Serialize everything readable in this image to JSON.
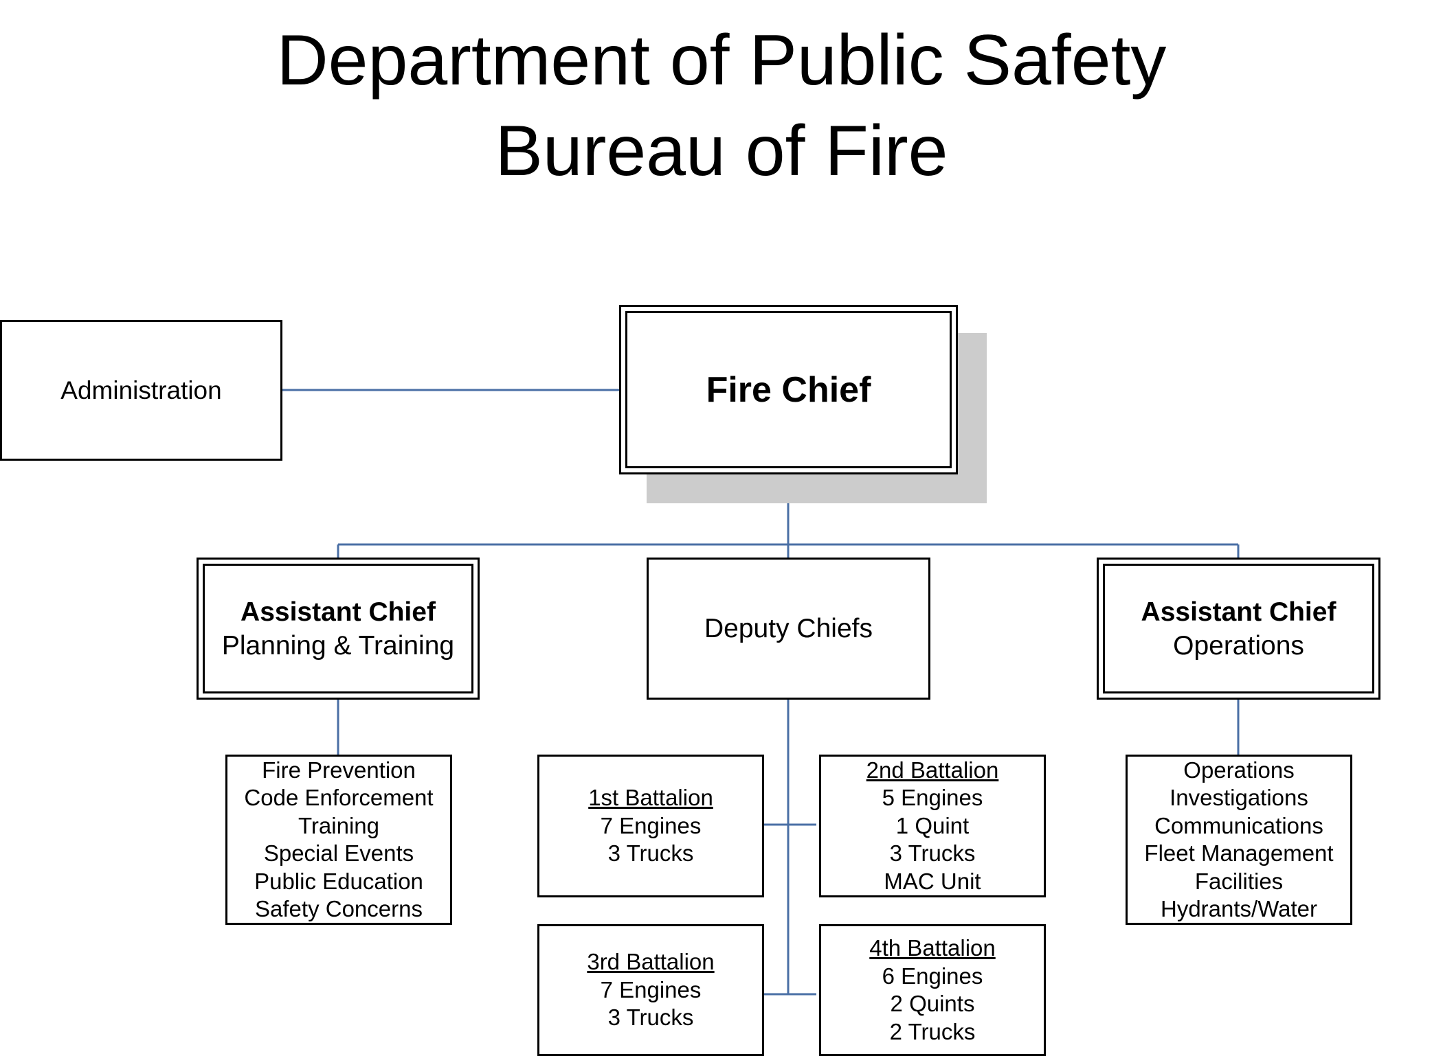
{
  "title": {
    "line1": "Department of Public Safety",
    "line2": "Bureau of Fire"
  },
  "line_color": "#4a6fa5",
  "shadow_color": "#cccccc",
  "nodes": {
    "fire_chief": {
      "label": "Fire Chief"
    },
    "administration": {
      "label": "Administration"
    },
    "ac_planning": {
      "title": "Assistant Chief",
      "subtitle": "Planning & Training"
    },
    "deputy_chiefs": {
      "label": "Deputy Chiefs"
    },
    "ac_operations": {
      "title": "Assistant Chief",
      "subtitle": "Operations"
    },
    "planning_functions": {
      "items": [
        "Fire Prevention",
        "Code Enforcement",
        "Training",
        "Special Events",
        "Public Education",
        "Safety Concerns"
      ]
    },
    "operations_functions": {
      "items": [
        "Operations",
        "Investigations",
        "Communications",
        "Fleet Management",
        "Facilities",
        "Hydrants/Water"
      ]
    },
    "battalion_1": {
      "name": "1st Battalion",
      "units": [
        "7 Engines",
        "3 Trucks"
      ]
    },
    "battalion_2": {
      "name": "2nd Battalion",
      "units": [
        "5 Engines",
        "1 Quint",
        "3 Trucks",
        "MAC Unit"
      ]
    },
    "battalion_3": {
      "name": "3rd Battalion",
      "units": [
        "7 Engines",
        "3 Trucks"
      ]
    },
    "battalion_4": {
      "name": "4th Battalion",
      "units": [
        "6 Engines",
        "2 Quints",
        "2 Trucks"
      ]
    }
  }
}
